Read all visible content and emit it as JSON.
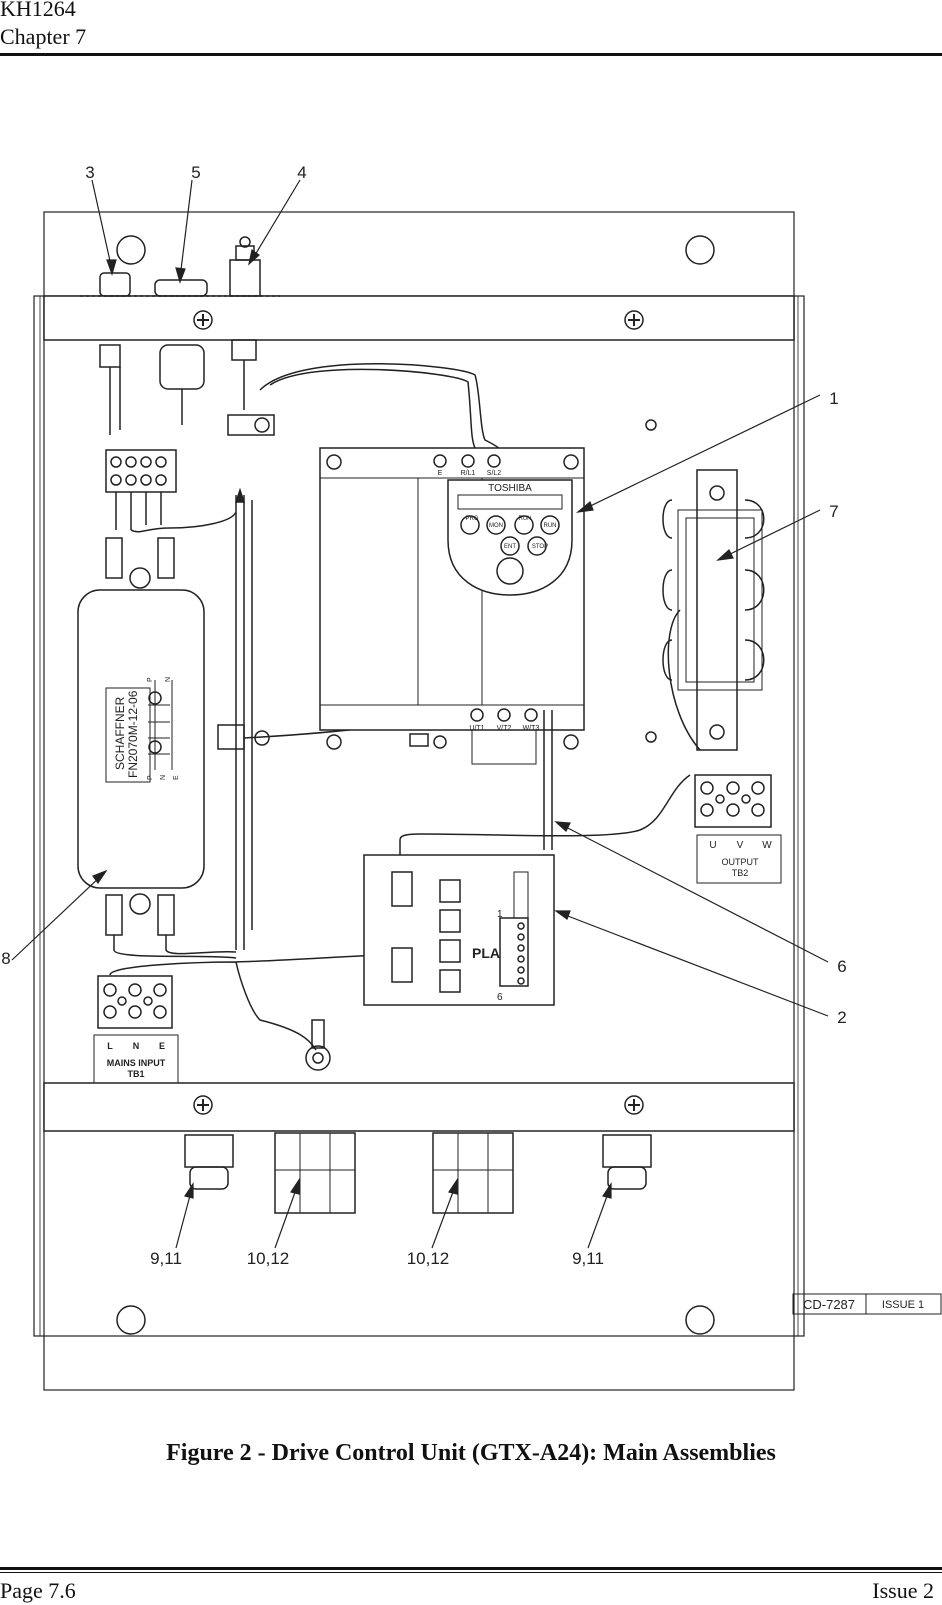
{
  "header": {
    "doc_id": "KH1264",
    "chapter": "Chapter 7"
  },
  "figure": {
    "callouts": [
      "3",
      "5",
      "4",
      "1",
      "7",
      "8",
      "6",
      "2",
      "9,11",
      "10,12",
      "10,12",
      "9,11"
    ],
    "inverter": {
      "brand": "TOSHIBA",
      "top_terminals": [
        "E",
        "R/L1",
        "S/L2"
      ],
      "bottom_terminals": [
        "U/T1",
        "V/T2",
        "W/T3"
      ],
      "buttons": [
        "PRG",
        "RUN",
        "MON",
        "RUN",
        "ENT",
        "STOP"
      ]
    },
    "filter": {
      "brand": "SCHAFFNER",
      "model": "FN2070M-12-06",
      "pins_top": [
        "P",
        "N"
      ],
      "pins_bottom": [
        "P",
        "N",
        "E"
      ]
    },
    "pla": {
      "label": "PLA",
      "pin_start": "1",
      "pin_end": "6"
    },
    "output_tb": {
      "phases": [
        "U",
        "V",
        "W"
      ],
      "title": "OUTPUT",
      "id": "TB2"
    },
    "mains_tb": {
      "phases": [
        "L",
        "N",
        "E"
      ],
      "title": "MAINS INPUT",
      "id": "TB1"
    },
    "drawing_ref": {
      "number": "CD-7287",
      "issue": "ISSUE 1"
    }
  },
  "caption": "Figure 2 - Drive Control Unit (GTX-A24): Main Assemblies",
  "footer": {
    "page": "Page 7.6",
    "issue": "Issue 2"
  }
}
